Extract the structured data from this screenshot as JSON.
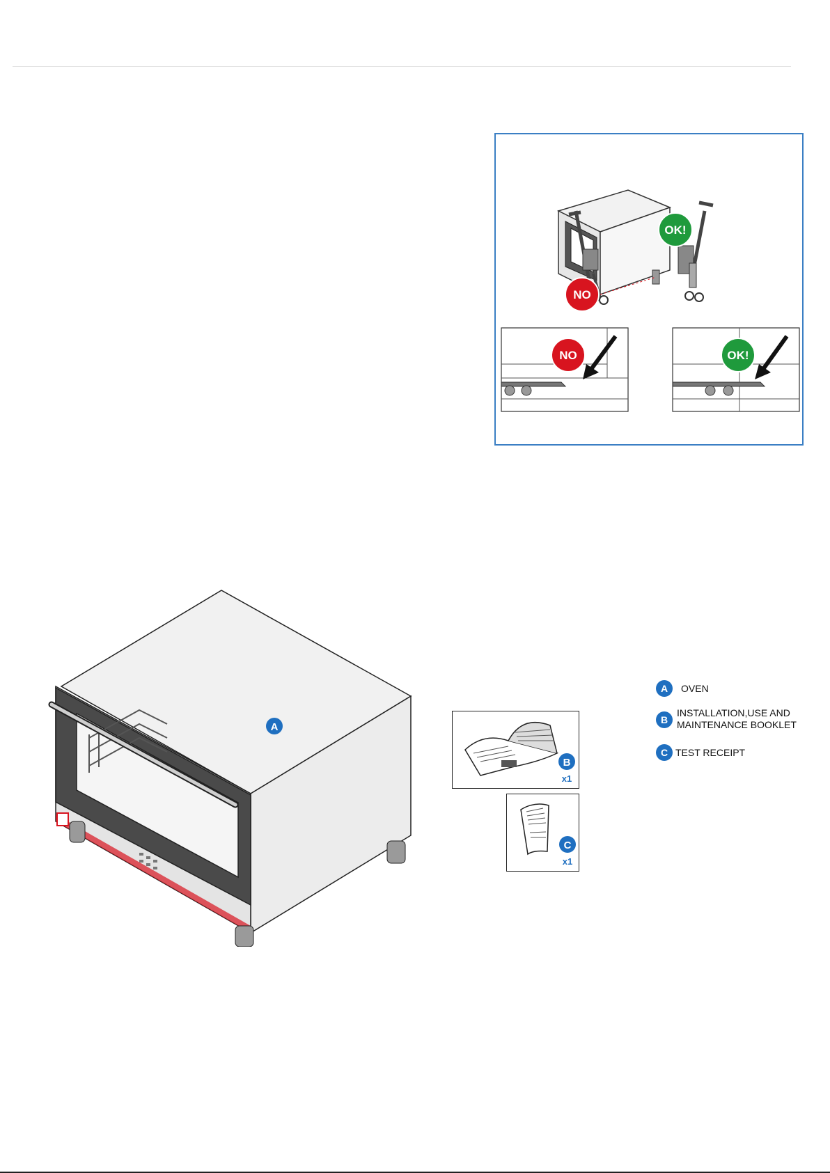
{
  "forklift_diagram": {
    "bad_label": "NO",
    "good_label": "OK!",
    "colors": {
      "bad": "#d8141f",
      "good": "#1f9a3c",
      "frame": "#3b7fc4"
    }
  },
  "oven_figure": {
    "marker": "A"
  },
  "accessories": {
    "booklet": {
      "marker": "B",
      "quantity": "x1"
    },
    "receipt": {
      "marker": "C",
      "quantity": "x1"
    }
  },
  "legend": {
    "items": [
      {
        "marker": "A",
        "label": "OVEN"
      },
      {
        "marker": "B",
        "label_line1": "INSTALLATION,USE AND",
        "label_line2": "MAINTENANCE BOOKLET"
      },
      {
        "marker": "C",
        "label": "TEST RECEIPT"
      }
    ],
    "badge_color": "#1f6fc0"
  }
}
